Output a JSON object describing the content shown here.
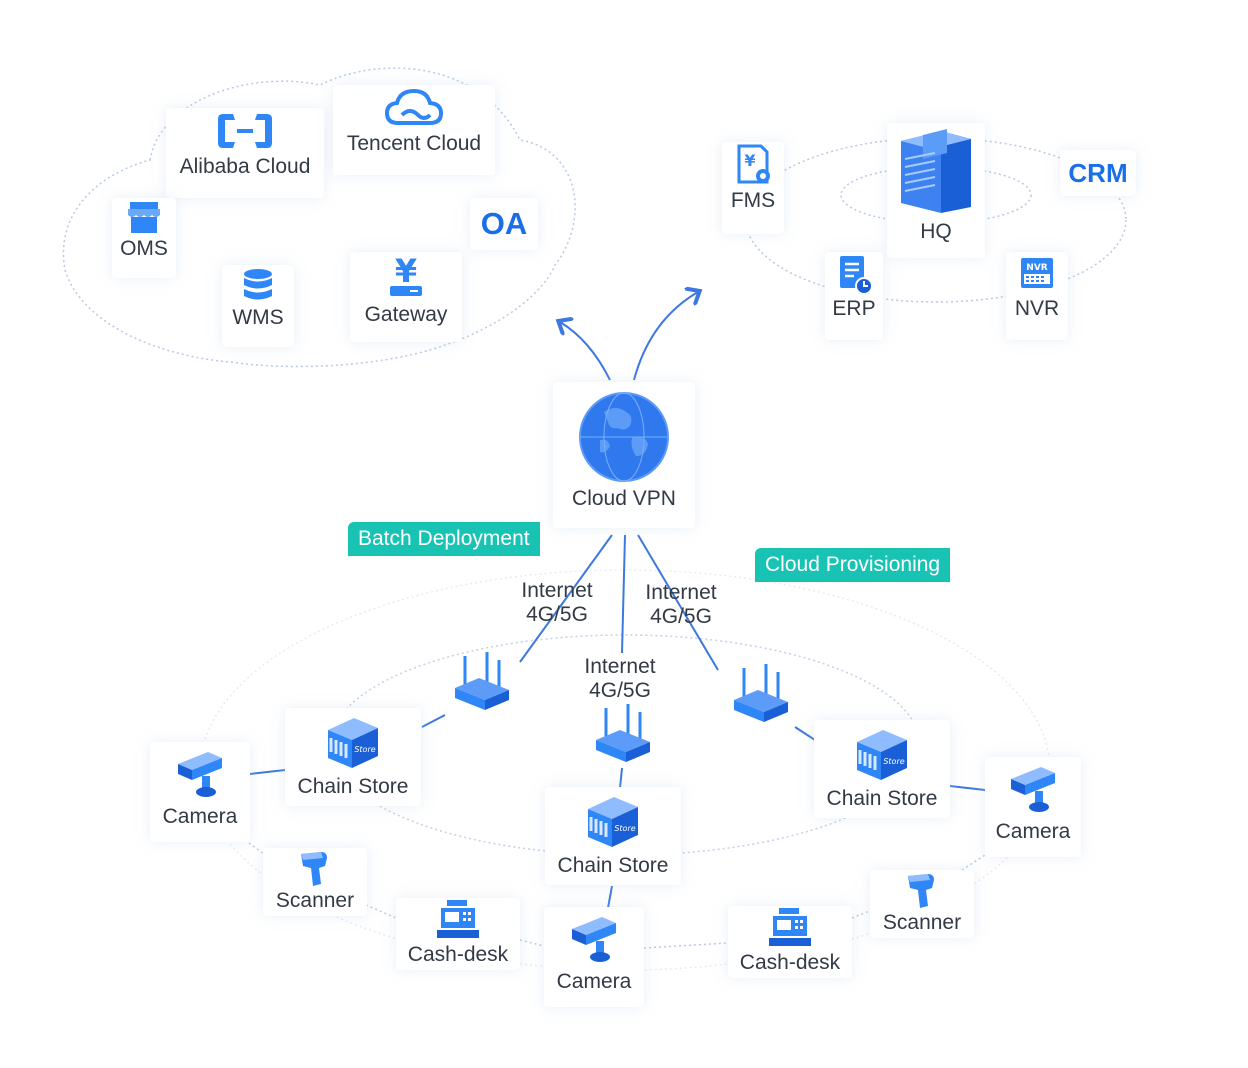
{
  "cloud_services": {
    "alibaba": "Alibaba Cloud",
    "tencent": "Tencent Cloud",
    "oms": "OMS",
    "oa": "OA",
    "wms": "WMS",
    "gateway": "Gateway"
  },
  "hq_services": {
    "fms": "FMS",
    "hq": "HQ",
    "crm": "CRM",
    "erp": "ERP",
    "nvr": "NVR",
    "nvr_badge": "NVR"
  },
  "center": {
    "cloud_vpn": "Cloud VPN"
  },
  "tags": {
    "batch": "Batch Deployment",
    "provisioning": "Cloud Provisioning"
  },
  "links": {
    "left": [
      "Internet",
      "4G/5G"
    ],
    "right": [
      "Internet",
      "4G/5G"
    ],
    "middle": [
      "Internet",
      "4G/5G"
    ]
  },
  "stores": {
    "left": "Chain Store",
    "middle": "Chain Store",
    "right": "Chain Store",
    "badge": "Store"
  },
  "devices": {
    "camera_left": "Camera",
    "camera_right": "Camera",
    "camera_bottom": "Camera",
    "scanner_left": "Scanner",
    "scanner_right": "Scanner",
    "cashdesk_left": "Cash-desk",
    "cashdesk_right": "Cash-desk"
  },
  "colors": {
    "primary": "#1a6ee8",
    "accent": "#2f86f6",
    "teal": "#19c3b4",
    "text": "#333a45",
    "line": "#3c78e0"
  }
}
